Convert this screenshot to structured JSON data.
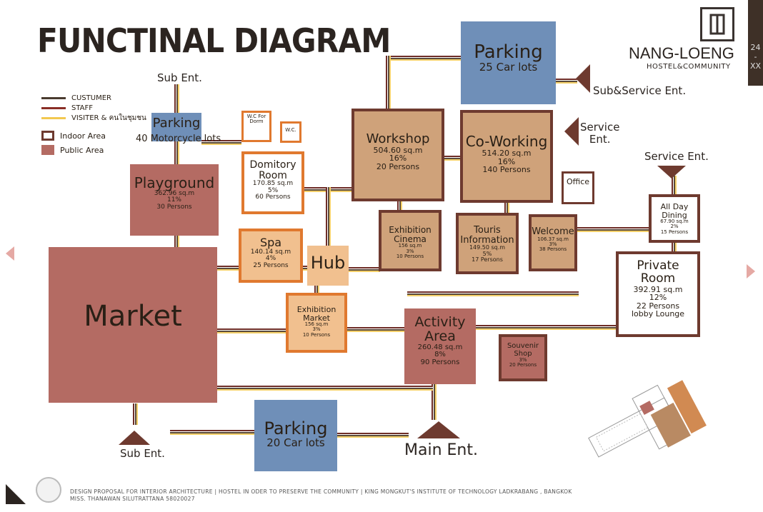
{
  "title": "FUNCTINAL DIAGRAM",
  "brand": {
    "name": "NANG-LOENG",
    "subtitle": "HOSTEL&COMMUNITY"
  },
  "page_number": "24\n-\nXX",
  "legend": {
    "lines": [
      {
        "label": "CUSTUMER",
        "color": "#4a3b2f"
      },
      {
        "label": "STAFF",
        "color": "#8a2e26"
      },
      {
        "label": "VISITER & คนในชุมชน",
        "color": "#f2c84f"
      }
    ],
    "areas": [
      {
        "label": "Indoor Area",
        "fill": "#ffffff",
        "border": "#6e3a2f"
      },
      {
        "label": "Public Area",
        "fill": "#b46b63",
        "border": "#b46b63"
      }
    ]
  },
  "entrances": {
    "sub_top": "Sub Ent.",
    "sub_service": "Sub&Service Ent.",
    "service_mid": "Service\nEnt.",
    "service_right": "Service Ent.",
    "sub_bottom": "Sub Ent.",
    "main": "Main Ent."
  },
  "spaces": {
    "parking_top": {
      "name": "Parking",
      "stat1": "25 Car lots"
    },
    "parking_moto": {
      "name": "Parking",
      "stat1": "40 Motorcycle lots"
    },
    "parking_bottom": {
      "name": "Parking",
      "stat1": "20 Car lots"
    },
    "wc": {
      "name": "W.C For Dorm",
      "stat1": ""
    },
    "wc2": {
      "name": "W.C.",
      "stat1": ""
    },
    "dormitory": {
      "name": "Domitory Room",
      "stat1": "170.85 sq.m",
      "stat2": "5%",
      "stat3": "60 Persons"
    },
    "playground": {
      "name": "Playground",
      "stat1": "362.96 sq.m",
      "stat2": "11%",
      "stat3": "30 Persons"
    },
    "workshop": {
      "name": "Workshop",
      "stat1": "504.60 sq.m",
      "stat2": "16%",
      "stat3": "20 Persons"
    },
    "coworking": {
      "name": "Co-Working",
      "stat1": "514.20 sq.m",
      "stat2": "16%",
      "stat3": "140 Persons"
    },
    "office": {
      "name": "Office",
      "stat1": ""
    },
    "all_day": {
      "name": "All Day Dining",
      "stat1": "67.90 sq.m",
      "stat2": "2%",
      "stat3": "15 Persons"
    },
    "spa": {
      "name": "Spa",
      "stat1": "140.14 sq.m",
      "stat2": "4%",
      "stat3": "25 Persons"
    },
    "hub": {
      "name": "Hub"
    },
    "exhibition_cinema": {
      "name": "Exhibition Cinema",
      "stat1": "156 sq.m",
      "stat2": "3%",
      "stat3": "10 Persons"
    },
    "tourist_info": {
      "name": "Touris Information",
      "stat1": "149.50 sq.m",
      "stat2": "5%",
      "stat3": "17 Persons"
    },
    "welcome": {
      "name": "Welcome",
      "stat1": "106.37 sq.m",
      "stat2": "3%",
      "stat3": "38 Persons"
    },
    "private_room": {
      "name": "Private Room",
      "stat1": "392.91 sq.m",
      "stat2": "12%",
      "stat3": "22 Persons",
      "stat4": "lobby Lounge"
    },
    "market": {
      "name": "Market"
    },
    "exhibition_market": {
      "name": "Exhibition Market",
      "stat1": "156 sq.m",
      "stat2": "3%",
      "stat3": "10 Persons"
    },
    "activity": {
      "name": "Activity Area",
      "stat1": "260.48 sq.m",
      "stat2": "8%",
      "stat3": "90 Persons"
    },
    "souvenir": {
      "name": "Souvenir Shop",
      "stat1": "",
      "stat2": "3%",
      "stat3": "20 Persons"
    }
  },
  "footer": {
    "line1": "DESIGN PROPOSAL FOR INTERIOR ARCHITECTURE | HOSTEL IN ODER TO PRESERVE THE COMMUNITY | KING MONGKUT'S INSTITUTE OF TECHNOLOGY LADKRABANG , BANGKOK",
    "line2": "MISS. THANAWAN SILUTRATTANA 58020027"
  }
}
